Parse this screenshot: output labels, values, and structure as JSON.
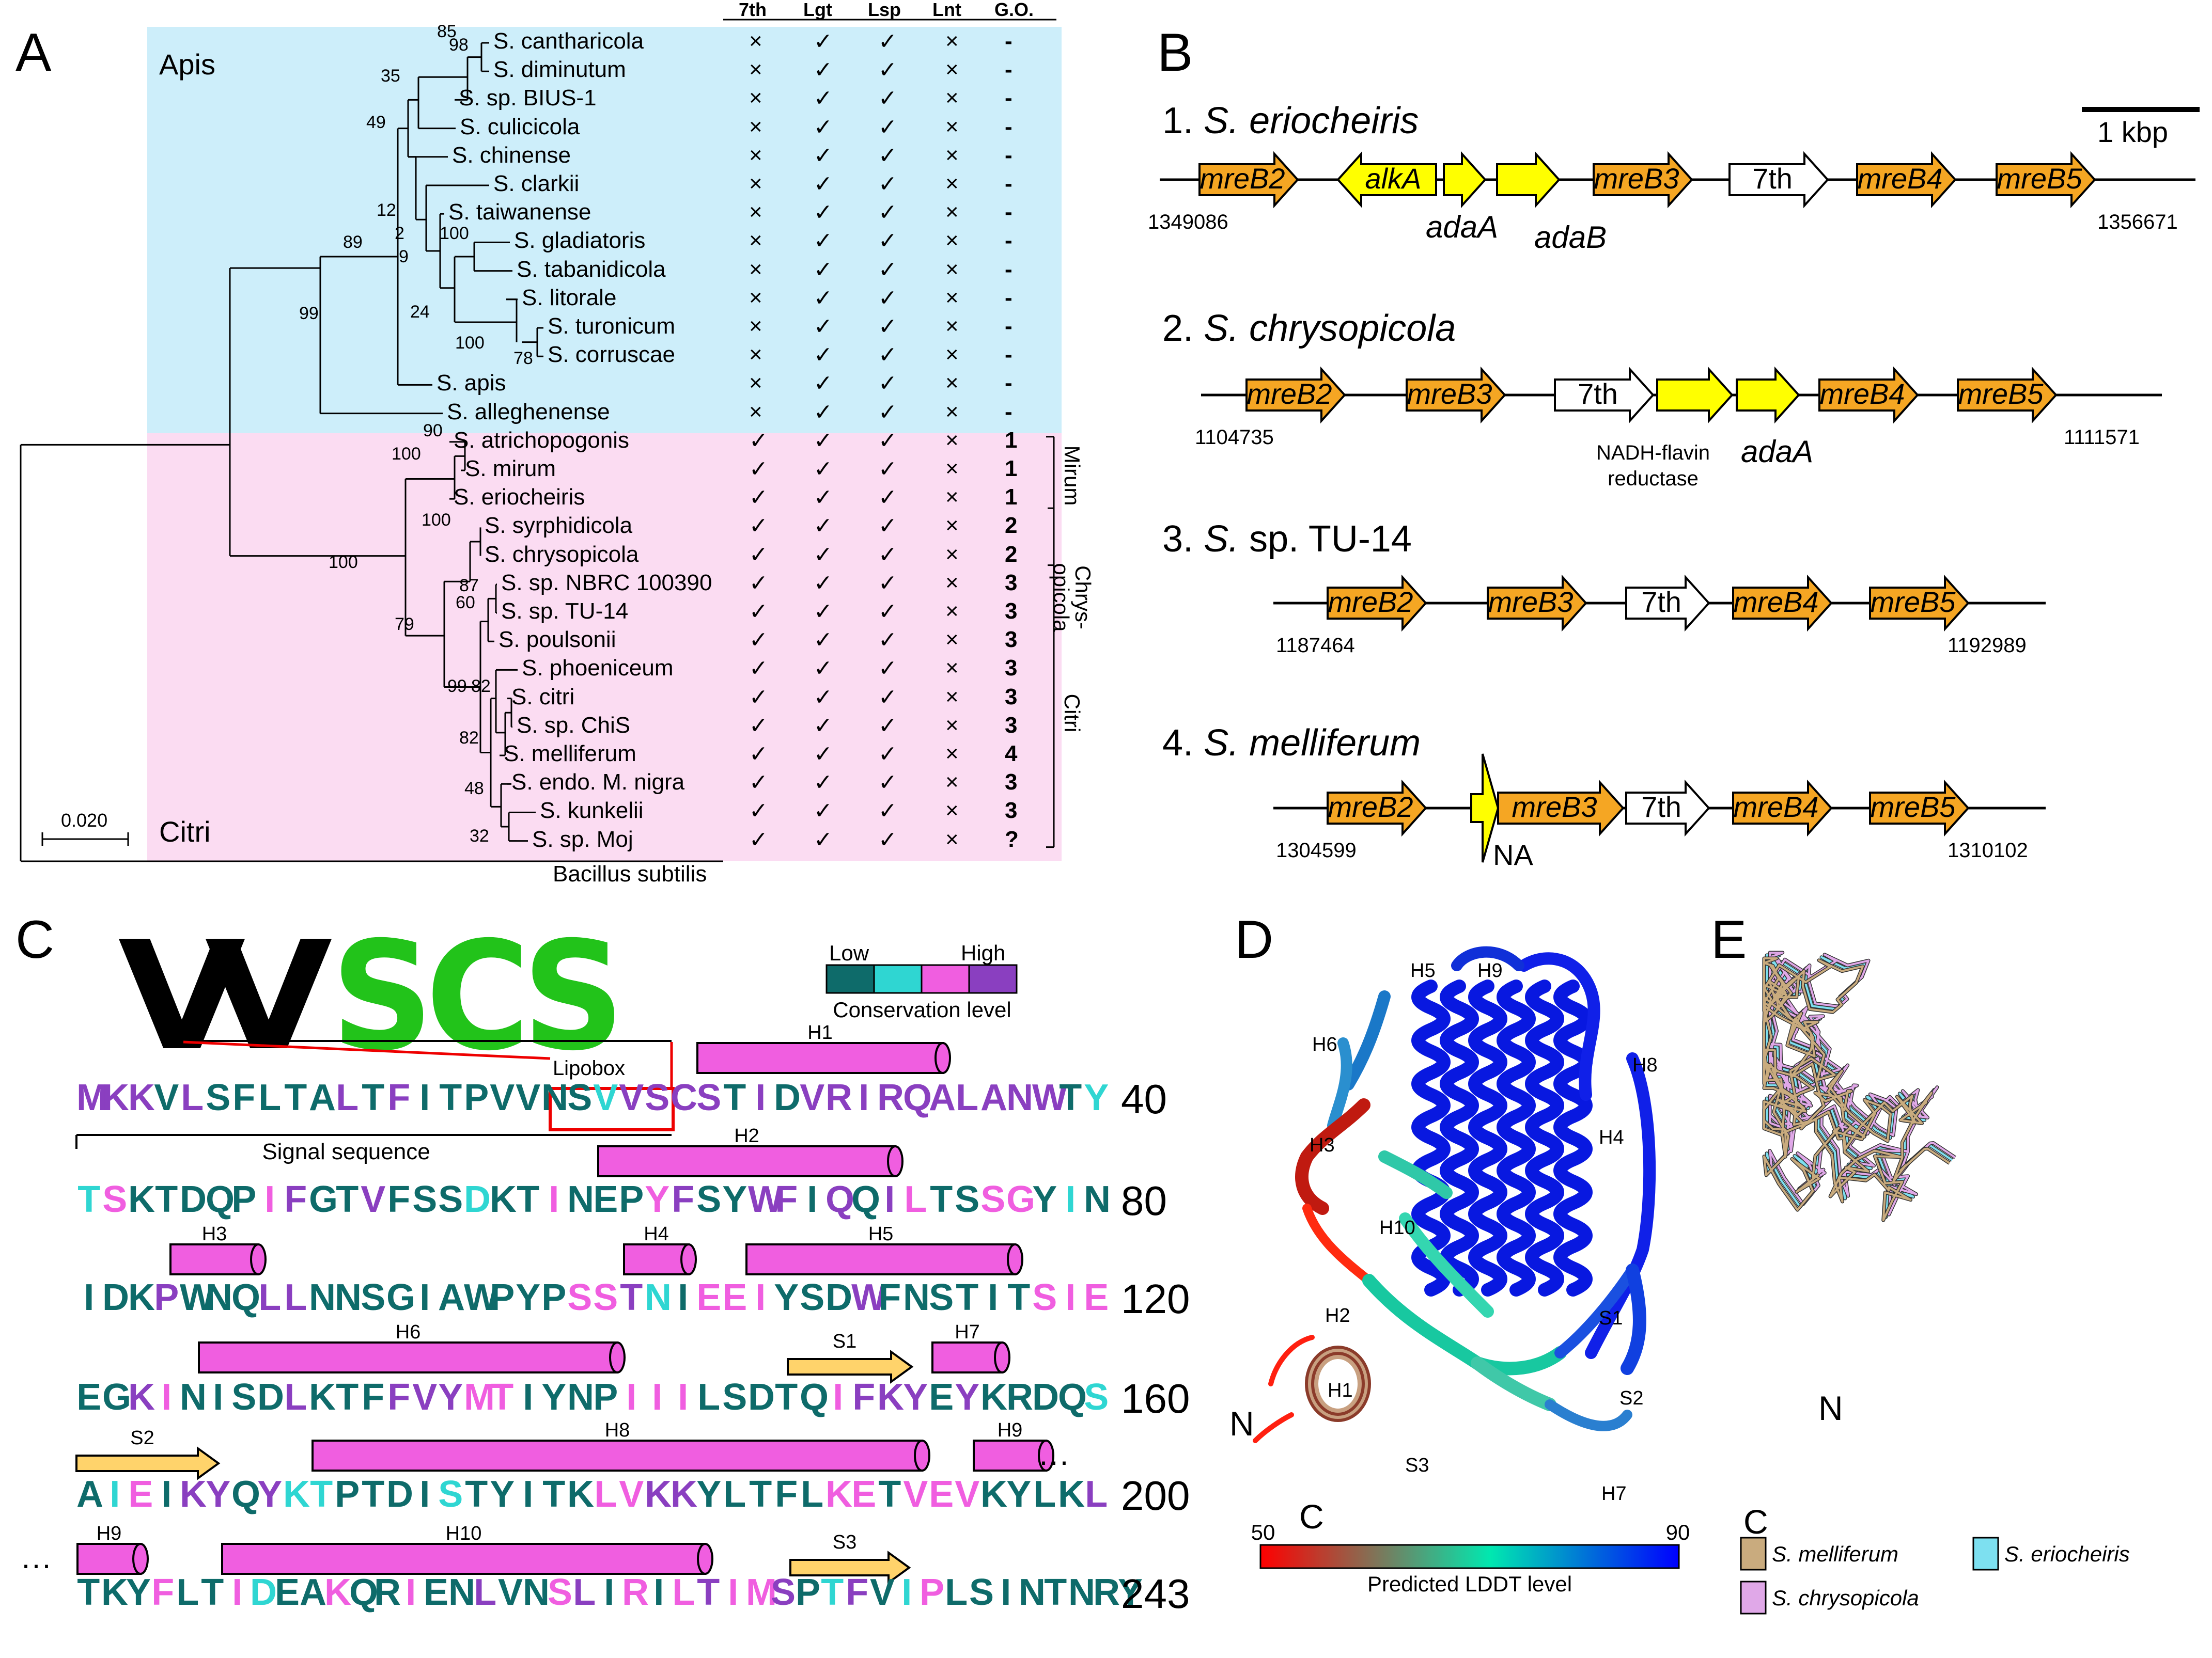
{
  "panels": {
    "A": "A",
    "B": "B",
    "C": "C",
    "D": "D",
    "E": "E"
  },
  "colors": {
    "apis_bg": "#cdeefa",
    "citri_bg": "#fbdcf2",
    "gene_mre": "#f5a623",
    "gene_ada": "#ffff00",
    "gene_7th": "#ffffff",
    "helix": "#f05ee0",
    "strand": "#ffd36b",
    "cons_low1": "#0e6b6a",
    "cons_low2": "#2fd6d2",
    "cons_high1": "#f05ee0",
    "cons_high2": "#8a3fc0",
    "lddt_low": "#ff0000",
    "lddt_mid": "#00e8b0",
    "lddt_high": "#0000ff"
  },
  "tree": {
    "clade_apis": "Apis",
    "clade_citri": "Citri",
    "scale": "0.020",
    "outgroup": "Bacillus subtilis",
    "subclades": [
      "Mirum",
      "Chrys-\nopicola",
      "Citri"
    ],
    "columns": [
      "7th",
      "Lgt",
      "Lsp",
      "Lnt",
      "G.O."
    ],
    "taxa": [
      {
        "name": "S. cantharicola",
        "vals": [
          "×",
          "✓",
          "✓",
          "×",
          "-"
        ]
      },
      {
        "name": "S. diminutum",
        "vals": [
          "×",
          "✓",
          "✓",
          "×",
          "-"
        ]
      },
      {
        "name": "S. sp. BIUS-1",
        "vals": [
          "×",
          "✓",
          "✓",
          "×",
          "-"
        ]
      },
      {
        "name": "S. culicicola",
        "vals": [
          "×",
          "✓",
          "✓",
          "×",
          "-"
        ]
      },
      {
        "name": "S. chinense",
        "vals": [
          "×",
          "✓",
          "✓",
          "×",
          "-"
        ]
      },
      {
        "name": "S. clarkii",
        "vals": [
          "×",
          "✓",
          "✓",
          "×",
          "-"
        ]
      },
      {
        "name": "S. taiwanense",
        "vals": [
          "×",
          "✓",
          "✓",
          "×",
          "-"
        ]
      },
      {
        "name": "S. gladiatoris",
        "vals": [
          "×",
          "✓",
          "✓",
          "×",
          "-"
        ]
      },
      {
        "name": "S. tabanidicola",
        "vals": [
          "×",
          "✓",
          "✓",
          "×",
          "-"
        ]
      },
      {
        "name": "S. litorale",
        "vals": [
          "×",
          "✓",
          "✓",
          "×",
          "-"
        ]
      },
      {
        "name": "S. turonicum",
        "vals": [
          "×",
          "✓",
          "✓",
          "×",
          "-"
        ]
      },
      {
        "name": "S. corruscae",
        "vals": [
          "×",
          "✓",
          "✓",
          "×",
          "-"
        ]
      },
      {
        "name": "S. apis",
        "vals": [
          "×",
          "✓",
          "✓",
          "×",
          "-"
        ]
      },
      {
        "name": "S. alleghenense",
        "vals": [
          "×",
          "✓",
          "✓",
          "×",
          "-"
        ]
      },
      {
        "name": "S. atrichopogonis",
        "vals": [
          "✓",
          "✓",
          "✓",
          "×",
          "1"
        ]
      },
      {
        "name": "S. mirum",
        "vals": [
          "✓",
          "✓",
          "✓",
          "×",
          "1"
        ]
      },
      {
        "name": "S. eriocheiris",
        "vals": [
          "✓",
          "✓",
          "✓",
          "×",
          "1"
        ]
      },
      {
        "name": "S. syrphidicola",
        "vals": [
          "✓",
          "✓",
          "✓",
          "×",
          "2"
        ]
      },
      {
        "name": "S. chrysopicola",
        "vals": [
          "✓",
          "✓",
          "✓",
          "×",
          "2"
        ]
      },
      {
        "name": "S. sp. NBRC 100390",
        "vals": [
          "✓",
          "✓",
          "✓",
          "×",
          "3"
        ]
      },
      {
        "name": "S. sp. TU-14",
        "vals": [
          "✓",
          "✓",
          "✓",
          "×",
          "3"
        ]
      },
      {
        "name": "S. poulsonii",
        "vals": [
          "✓",
          "✓",
          "✓",
          "×",
          "3"
        ]
      },
      {
        "name": "S. phoeniceum",
        "vals": [
          "✓",
          "✓",
          "✓",
          "×",
          "3"
        ]
      },
      {
        "name": "S. citri",
        "vals": [
          "✓",
          "✓",
          "✓",
          "×",
          "3"
        ]
      },
      {
        "name": "S. sp. ChiS",
        "vals": [
          "✓",
          "✓",
          "✓",
          "×",
          "3"
        ]
      },
      {
        "name": "S. melliferum",
        "vals": [
          "✓",
          "✓",
          "✓",
          "×",
          "4"
        ]
      },
      {
        "name": "S. endo. M. nigra",
        "vals": [
          "✓",
          "✓",
          "✓",
          "×",
          "3"
        ]
      },
      {
        "name": "S. kunkelii",
        "vals": [
          "✓",
          "✓",
          "✓",
          "×",
          "3"
        ]
      },
      {
        "name": "S. sp. Moj",
        "vals": [
          "✓",
          "✓",
          "✓",
          "×",
          "?"
        ]
      }
    ],
    "bootstraps": [
      "85",
      "98",
      "35",
      "49",
      "12",
      "2",
      "100",
      "9",
      "24",
      "89",
      "100",
      "78",
      "99",
      "90",
      "100",
      "100",
      "100",
      "87",
      "60",
      "79",
      "99",
      "82",
      "82",
      "48",
      "32"
    ]
  },
  "loci": [
    {
      "num": "1.",
      "genus": "S.",
      "species": "eriocheiris",
      "start": "1349086",
      "end": "1356671",
      "genes": [
        "mreB2",
        "alkA",
        "adaA",
        "adaB",
        "mreB3",
        "7th",
        "mreB4",
        "mreB5"
      ]
    },
    {
      "num": "2.",
      "genus": "S.",
      "species": "chrysopicola",
      "start": "1104735",
      "end": "1111571",
      "genes": [
        "mreB2",
        "mreB3",
        "7th",
        "NADH-flavin\nreductase",
        "adaA",
        "mreB4",
        "mreB5"
      ]
    },
    {
      "num": "3.",
      "genus": "S.",
      "species": "sp. TU-14",
      "start": "1187464",
      "end": "1192989",
      "genes": [
        "mreB2",
        "mreB3",
        "7th",
        "mreB4",
        "mreB5"
      ]
    },
    {
      "num": "4.",
      "genus": "S.",
      "species": "melliferum",
      "start": "1304599",
      "end": "1310102",
      "genes": [
        "mreB2",
        "NA",
        "mreB3",
        "7th",
        "mreB4",
        "mreB5"
      ]
    }
  ],
  "scalebar_b": "1 kbp",
  "logo": {
    "letters": [
      "V",
      "V",
      "S",
      "C",
      "S"
    ],
    "lipobox": "Lipobox",
    "signal": "Signal sequence",
    "legend_low": "Low",
    "legend_high": "High",
    "legend_title": "Conservation level"
  },
  "seq_lines": [
    {
      "seq": "MKKVLSFLTALTFITPVVNSVVSCSTIDVRIRQALANWTY",
      "num": "40",
      "cols": "HHHLHLLLLLHLHLLLLLLLCHHHHLHLHHHHHHHHHHLC"
    },
    {
      "seq": "TSKTDQPIFGTVFSSDKTINEPYFSYWFIQQILTSSGYIN",
      "num": "80",
      "cols": "CPLLLLLPHLLHLLLCLLPLLLPHLLHHLHLHPLLPPLCL"
    },
    {
      "seq": "IDKPWNQLLNNSGIAWPYPSSTNIEEIYSDWFNSTITSIE",
      "num": "120",
      "cols": "LLLHLLLHHLLLLLLLLLLPPHCLPPPLLLHLLLLLLPPP"
    },
    {
      "seq": "EGKINISDLKTFFVYMTIYNPIIILSDTQIFKYEYKRDQS",
      "num": "160",
      "cols": "LLHPLLLLHLLLHHHPPLLLLPPPLLLLLPHHHLHLLLLC"
    },
    {
      "seq": "AIEIKYQYKTPTDISTYITKLVKKYLTFLKETVEVKYLKL",
      "num": "200",
      "cols": "LCPLHHLHCCLLLLCLLLLLPPHHLLLLLPPLPPPLLLLH"
    },
    {
      "seq": "TKYFLTIDEAKQRIENLVNSLIRILTIMSPTFVIPLSINTNRY",
      "num": "243",
      "cols": "LLLPLLPCLLPLLPLLHLLPHLPLPHPPHLCHLCPLLLLLLLL"
    }
  ],
  "helices": [
    "H1",
    "H2",
    "H3",
    "H4",
    "H5",
    "H6",
    "H7",
    "H8",
    "H9",
    "H9",
    "H10"
  ],
  "strands": [
    "S1",
    "S2",
    "S3"
  ],
  "dots": "···",
  "panel_d": {
    "labels": [
      "H5",
      "H9",
      "H6",
      "H8",
      "H4",
      "H3",
      "H10",
      "H2",
      "S1",
      "H1",
      "S2",
      "S3",
      "H7"
    ],
    "n": "N",
    "c": "C",
    "lddt_min": "50",
    "lddt_max": "90",
    "lddt_title": "Predicted LDDT level"
  },
  "panel_e": {
    "n": "N",
    "c": "C",
    "legend": [
      "S. melliferum",
      "S. eriocheiris",
      "S. chrysopicola"
    ],
    "legend_colors": [
      "#c9ab7e",
      "#7de0f0",
      "#e0a8e8"
    ]
  }
}
